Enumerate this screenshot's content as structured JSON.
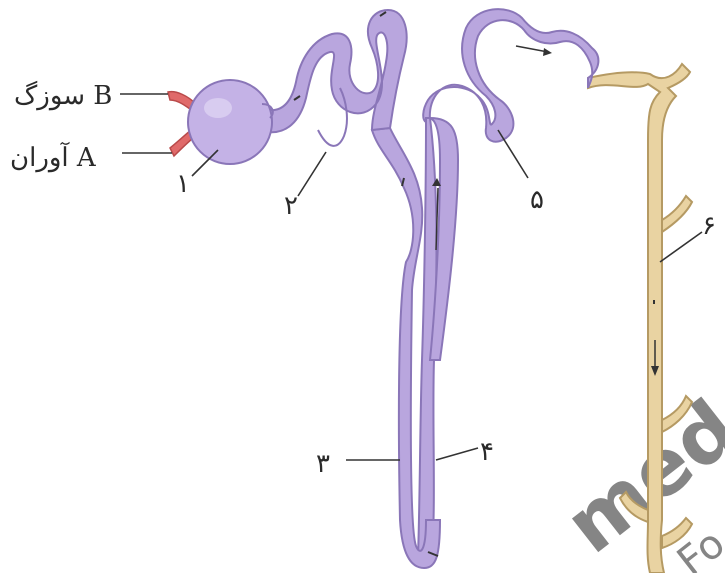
{
  "colors": {
    "tubule_fill": "#b9a6de",
    "tubule_stroke": "#8a76b8",
    "duct_fill": "#e9d3a2",
    "duct_stroke": "#b59a63",
    "arteriole": "#e06a6a",
    "leader_line": "#333333",
    "watermark": "#f3c6a8"
  },
  "vessels": {
    "efferent_label": "سوزگ B",
    "afferent_label": "آوران A"
  },
  "parts": [
    {
      "id": "glomerular-capsule",
      "number": "۱"
    },
    {
      "id": "proximal-tubule",
      "number": "۲"
    },
    {
      "id": "descending-limb",
      "number": "۳"
    },
    {
      "id": "ascending-limb",
      "number": "۴"
    },
    {
      "id": "distal-tubule",
      "number": "۵"
    },
    {
      "id": "collecting-duct",
      "number": "۶"
    }
  ],
  "watermark": {
    "text": "med",
    "text2": "Fo"
  }
}
